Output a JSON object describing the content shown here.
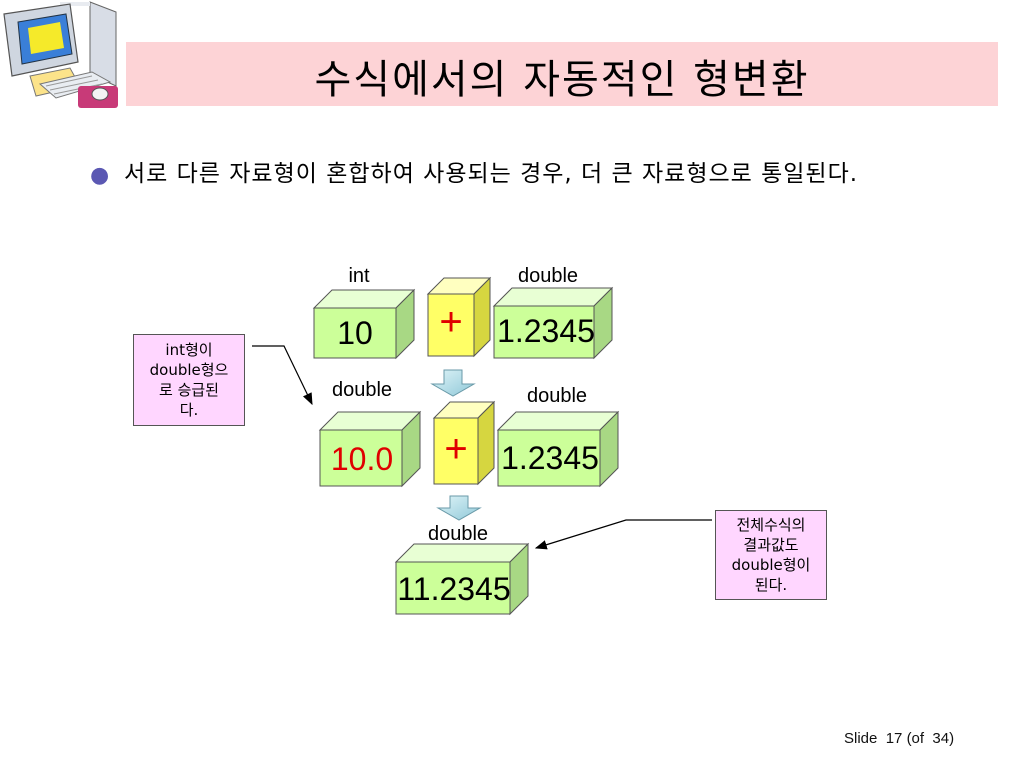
{
  "slide": {
    "title": "수식에서의 자동적인 형변환",
    "bullet": "서로 다른 자료형이 혼합하여 사용되는 경우, 더 큰 자료형으로 통일된다."
  },
  "diagram": {
    "row1": {
      "left_type": "int",
      "left_value": "10",
      "operator": "+",
      "right_type": "double",
      "right_value": "1.2345"
    },
    "row2": {
      "left_type": "double",
      "left_value": "10.0",
      "operator": "+",
      "right_type": "double",
      "right_value": "1.2345"
    },
    "result": {
      "type": "double",
      "value": "11.2345"
    },
    "note_left": [
      "int형이",
      "double형으",
      "로 승급된",
      "다."
    ],
    "note_right": [
      "전체수식의",
      "결과값도",
      "double형이",
      "된다."
    ]
  },
  "colors": {
    "cube_green": "#ccff99",
    "cube_yellow": "#ffff66",
    "title_bg": "#fdd3d6",
    "note_bg": "#ffd6ff",
    "highlight_red": "#e00000"
  },
  "footer": {
    "label": "Slide",
    "current": "17",
    "of_label": "(of",
    "total": "34)"
  }
}
